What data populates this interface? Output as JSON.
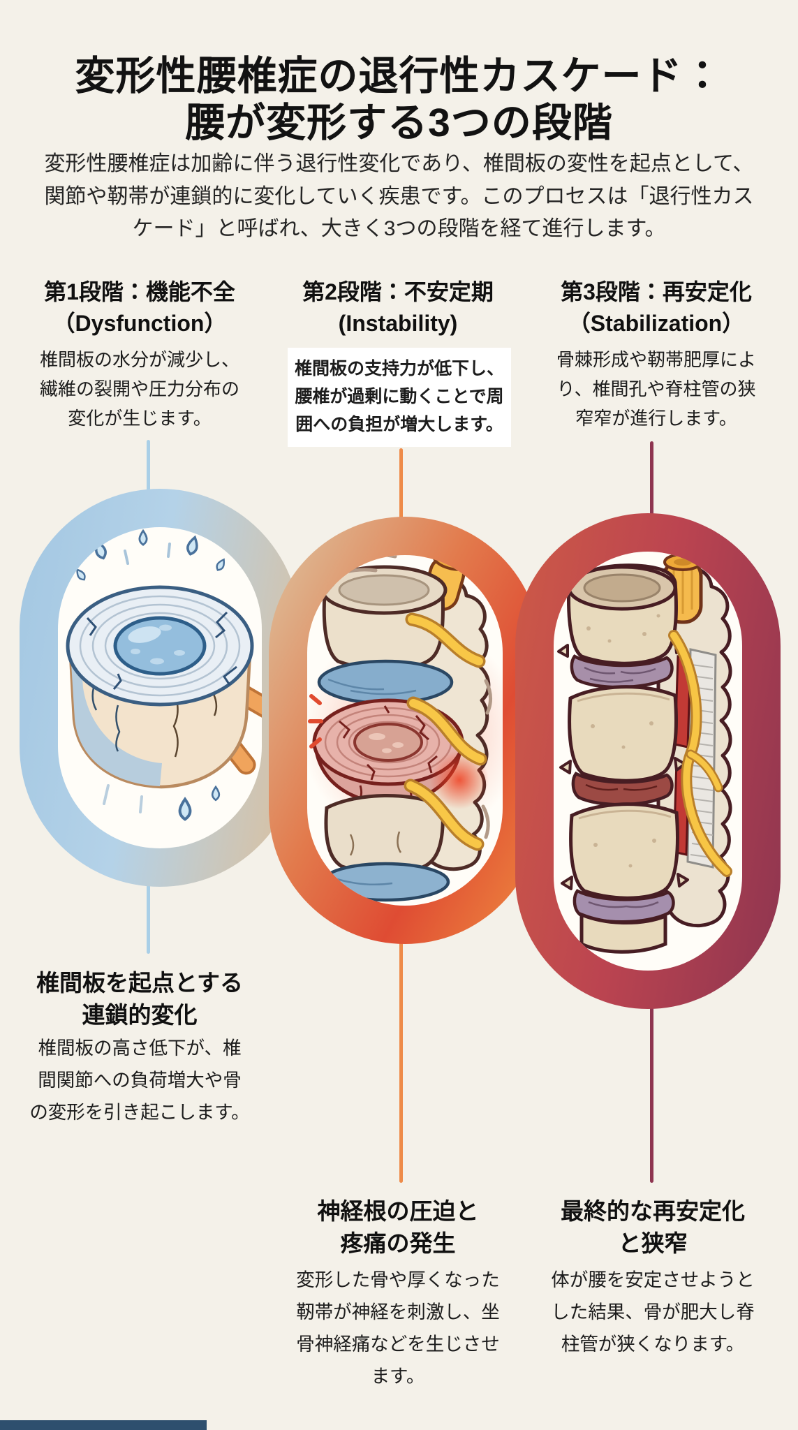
{
  "page": {
    "background_color": "#f4f1e9",
    "title": "変形性腰椎症の退行性カスケード：\n腰が変形する3つの段階",
    "intro": "変形性腰椎症は加齢に伴う退行性変化であり、椎間板の変性を起点として、\n関節や靭帯が連鎖的に変化していく疾患です。このプロセスは「退行性カス\nケード」と呼ばれ、大きく3つの段階を経て進行します。",
    "footer_bar_color": "#2e4f6e"
  },
  "stages": [
    {
      "heading_jp": "第1段階：機能不全",
      "heading_en": "（Dysfunction）",
      "description": "椎間板の水分が減少し、\n繊維の裂開や圧力分布の\n変化が生じます。",
      "accent_color": "#a9cfe7",
      "ring_colors": [
        "#a3c7e2",
        "#d9c0a0"
      ],
      "illustration": "drying-cracked-disc-illustration",
      "caption_title": "椎間板を起点とする\n連鎖的変化",
      "caption_body": "椎間板の高さ低下が、椎\n間関節への負荷増大や骨\nの変形を引き起こします。"
    },
    {
      "heading_jp": "第2段階：不安定期",
      "heading_en": "(Instability)",
      "description": "椎間板の支持力が低下し、\n腰椎が過剰に動くことで周\n囲への負担が増大します。",
      "accent_color": "#ee8b49",
      "ring_colors": [
        "#dcc5a2",
        "#df4c33",
        "#ef8d40"
      ],
      "illustration": "unstable-vertebrae-inflamed-disc-illustration",
      "caption_title": "神経根の圧迫と\n疼痛の発生",
      "caption_body": "変形した骨や厚くなった\n靭帯が神経を刺激し、坐\n骨神経痛などを生じさせ\nます。"
    },
    {
      "heading_jp": "第3段階：再安定化",
      "heading_en": "（Stabilization）",
      "description": "骨棘形成や靭帯肥厚によ\nり、椎間孔や脊柱管の狭\n窄窄が進行します。",
      "accent_color": "#8e3550",
      "ring_colors": [
        "#cd5a47",
        "#8e3550"
      ],
      "illustration": "stabilized-stiff-spine-stenosis-illustration",
      "caption_title": "最終的な再安定化\nと狭窄",
      "caption_body": "体が腰を安定させようと\nした結果、骨が肥大し脊\n柱管が狭くなります。"
    }
  ]
}
